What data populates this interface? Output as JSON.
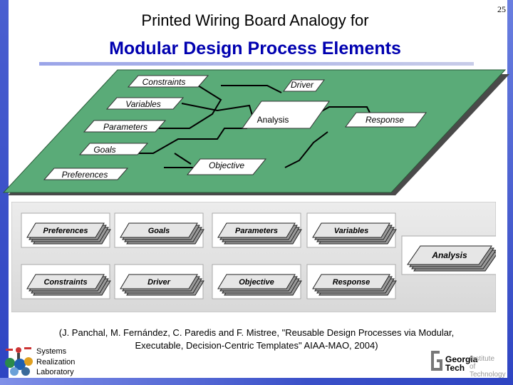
{
  "slide_number": "25",
  "title": {
    "line1": "Printed Wiring Board Analogy for",
    "line2": "Modular Design Process Elements"
  },
  "board": {
    "color": "#5aab78",
    "labels": {
      "constraints": "Constraints",
      "driver": "Driver",
      "variables": "Variables",
      "analysis": "Analysis",
      "response": "Response",
      "parameters": "Parameters",
      "goals": "Goals",
      "objective": "Objective",
      "preferences": "Preferences"
    }
  },
  "modules": {
    "row1": [
      "Preferences",
      "Goals",
      "Parameters",
      "Variables"
    ],
    "row2": [
      "Constraints",
      "Driver",
      "Objective",
      "Response"
    ],
    "large": "Analysis"
  },
  "citation": {
    "line1": "(J. Panchal, M. Fernández, C. Paredis and F. Mistree, \"Reusable Design Processes via Modular,",
    "line2": "Executable, Decision-Centric Templates\" AIAA-MAO, 2004)"
  },
  "lab": {
    "line1": "Systems",
    "line2": "Realization",
    "line3": "Laboratory"
  },
  "institution": {
    "name1": "Georgia",
    "name2": "Tech",
    "inst": "Institute",
    "tech": "of Technology"
  },
  "colors": {
    "title_blue": "#0000b0",
    "edge_blue": "#2e44c2",
    "board_green": "#5aab78"
  }
}
